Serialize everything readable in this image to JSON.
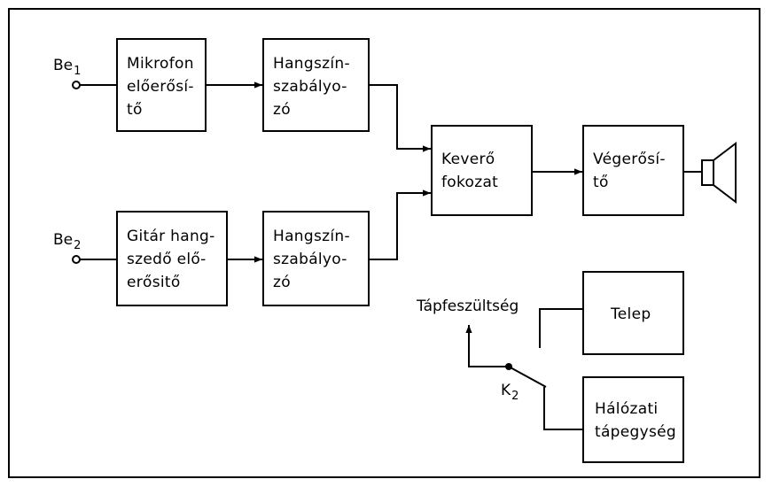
{
  "inputs": {
    "in1": {
      "base": "Be",
      "sub": "1"
    },
    "in2": {
      "base": "Be",
      "sub": "2"
    }
  },
  "blocks": {
    "mic_preamp": [
      "Mikrofon",
      "előerősí-",
      "tő"
    ],
    "tone1": [
      "Hangszín-",
      "szabályo-",
      "zó"
    ],
    "guitar_preamp": [
      "Gitár hang-",
      "szedő elő-",
      "erősitő"
    ],
    "tone2": [
      "Hangszín-",
      "szabályo-",
      "zó"
    ],
    "mixer": [
      "Keverő",
      "fokozat"
    ],
    "power_amp": [
      "Végerősí-",
      "tő"
    ],
    "battery": [
      "Telep"
    ],
    "mains_psu": [
      "Hálózati",
      "tápegység"
    ]
  },
  "supply": {
    "label": "Tápfeszültség",
    "switch": {
      "base": "K",
      "sub": "2"
    }
  }
}
